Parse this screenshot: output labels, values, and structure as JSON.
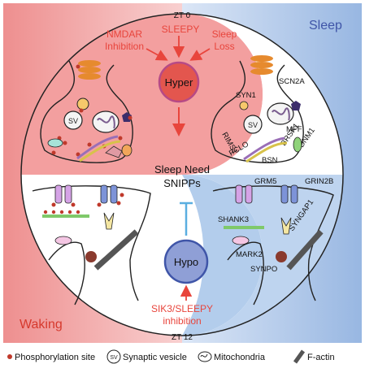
{
  "quadrants": {
    "sleep": "Sleep",
    "waking": "Waking"
  },
  "clock": {
    "top": "ZT 0",
    "bottom": "ZT 12"
  },
  "top_drivers": {
    "left": [
      "NMDAR",
      "Inhibition"
    ],
    "center": "SLEEPY",
    "right": [
      "Sleep",
      "Loss"
    ]
  },
  "states": {
    "hyper": "Hyper",
    "hypo": "Hypo"
  },
  "center_lines": [
    "Sleep Need",
    "SNIPPs"
  ],
  "bottom_driver": [
    "SIK3/SLEEPY",
    "inhibition"
  ],
  "proteins": {
    "scn2a": "SCN2A",
    "syn1": "SYN1",
    "rims1": "RIMS1",
    "mff": "MFF",
    "brsk1": "BRSK1",
    "dnm1": "DNM1",
    "pclo": "PCLO",
    "bsn": "BSN",
    "grm5": "GRM5",
    "grin2b": "GRIN2B",
    "shank3": "SHANK3",
    "syngap1": "SYNGAP1",
    "mark2": "MARK2",
    "synpo": "SYNPO"
  },
  "sv_glyph": "SV",
  "legend": [
    {
      "icon": "phospho-dot-icon",
      "label": "Phosphorylation site"
    },
    {
      "icon": "sv-icon",
      "glyph": "SV",
      "label": "Synaptic vesicle"
    },
    {
      "icon": "mitochondria-icon",
      "label": "Mitochondria"
    },
    {
      "icon": "f-actin-icon",
      "label": "F-actin"
    }
  ],
  "colors": {
    "waking_pink": "#f2a3a3",
    "sleep_blue": "#a9c4e6",
    "hyper_fill": "#e3564e",
    "hypo_fill": "#8f9fd6",
    "driver_red": "#e8453c",
    "hypo_arrow_blue": "#5aaee0",
    "phospho": "#c0392b"
  }
}
